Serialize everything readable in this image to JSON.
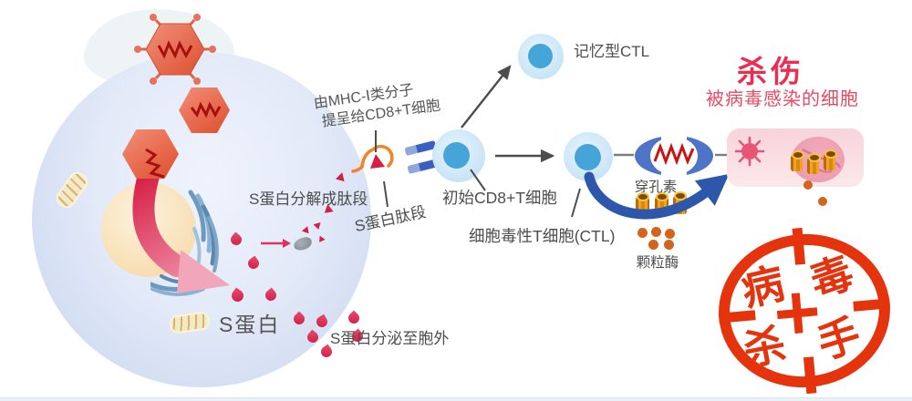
{
  "cell_panel": {
    "s_protein": "S蛋白",
    "s_cleaved": "S蛋白分解成肽段",
    "s_secreted": "S蛋白分泌至胞外"
  },
  "presentation": {
    "mhc_line1": "由MHC-Ⅰ类分子",
    "mhc_line2": "提呈给CD8+T细胞",
    "s_peptide": "S蛋白肽段"
  },
  "tcells": {
    "naive": "初始CD8+T细胞",
    "memory": "记忆型CTL",
    "ctl": "细胞毒性T细胞(CTL)"
  },
  "effectors": {
    "perforin": "穿孔素",
    "granzyme": "颗粒酶"
  },
  "kill": {
    "title": "杀伤",
    "subtitle": "被病毒感染的细胞"
  },
  "stamp": {
    "char_tl": "病",
    "char_tr": "毒",
    "char_bl": "杀",
    "char_br": "手"
  },
  "colors": {
    "virus_red": "#e05236",
    "rna_dark_red": "#a81010",
    "peptide_red": "#d41f44",
    "host_cell_blue": "#ccd8f0",
    "nucleus_tan": "#f5d49e",
    "golgi_blue": "#6e9ac0",
    "tcell_outer": "#cde5f7",
    "tcell_inner": "#45a5d8",
    "tcr_blue": "#3a5fc0",
    "mhc_orange": "#ef8526",
    "perforin_blue": "#4e74c8",
    "pore_orange": "#e8960f",
    "granzyme_orange": "#d2641c",
    "secrete_arrow_blue": "#2d57ab",
    "kill_red": "#eb2d52",
    "kill_sub_red": "#e84a63",
    "panel_pink": "#f8d3da",
    "stamp_red": "#e5330e",
    "label_gray": "#4d4d4d"
  }
}
